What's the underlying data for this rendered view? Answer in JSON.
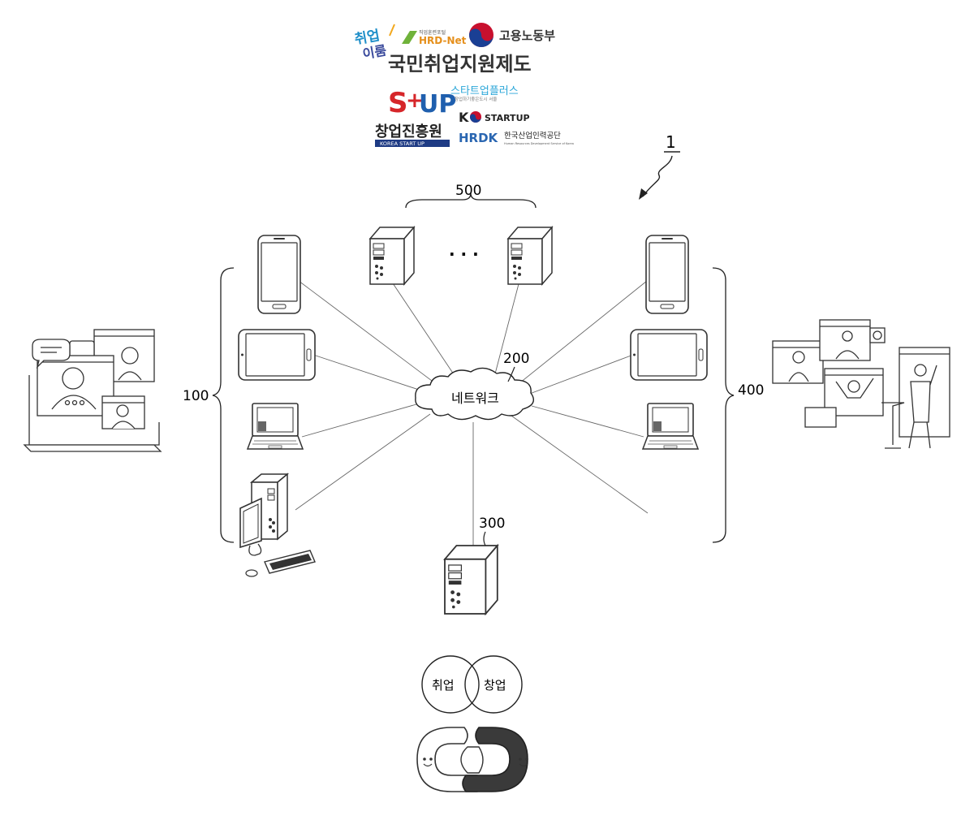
{
  "logos": {
    "chwieop": {
      "line1": "취업",
      "line2": "이룸"
    },
    "hrdnet": {
      "small": "직업훈련포털",
      "main": "HRD-Net"
    },
    "moel": {
      "name": "고용노동부"
    },
    "program_title": "국민취업지원제도",
    "kised": {
      "name": "창업진흥원",
      "sub": "KOREA START UP"
    },
    "startup_plus": {
      "name": "스타트업플러스",
      "sub": "창업하기좋은도시 서울"
    },
    "kstartup": {
      "name": "STARTUP"
    },
    "hrdk": {
      "mark": "HRDK",
      "name": "한국산업인력공단",
      "sub": "Human Resources Development Service of Korea"
    }
  },
  "labels": {
    "system": "1",
    "server_group": "500",
    "ellipsis": "· · ·",
    "network_ref": "200",
    "network": "네트워크",
    "left_group": "100",
    "right_group": "400",
    "center_server": "300"
  },
  "bottom": {
    "left_circle": "취업",
    "right_circle": "창업"
  }
}
